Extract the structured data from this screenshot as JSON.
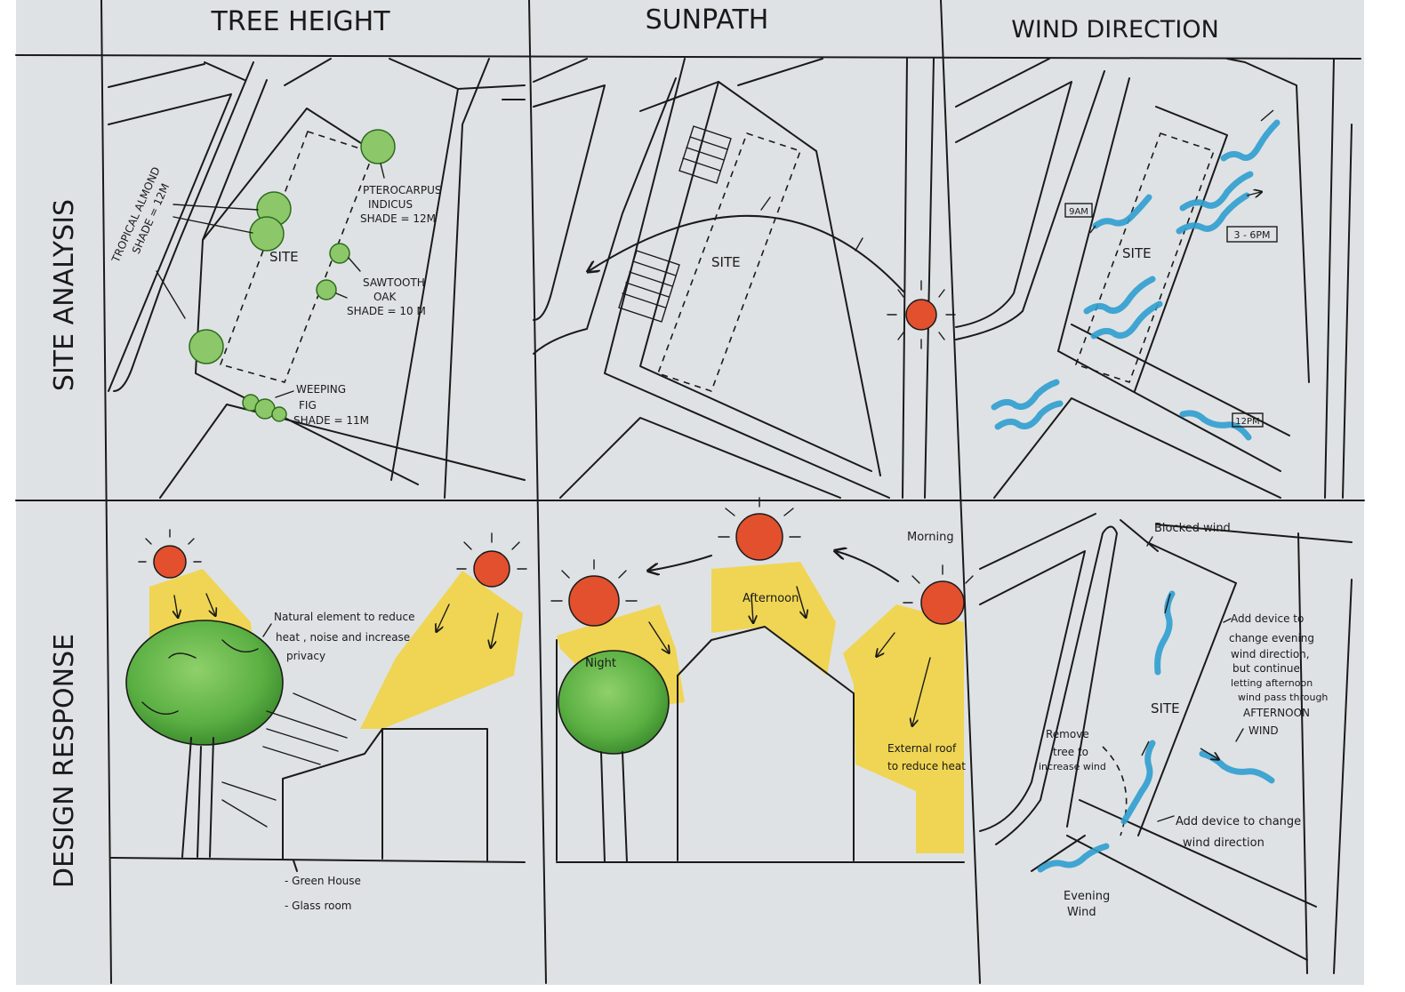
{
  "colors": {
    "paper": "#dfe2e4",
    "ink": "#1a1a1a",
    "sun": "#e2502e",
    "sun_light": "#f2d23a",
    "tree": "#6cb84a",
    "tree_dark": "#3f8f2f",
    "wind": "#2f9fcf"
  },
  "columns": {
    "tree_height": "TREE HEIGHT",
    "sunpath": "SUNPATH",
    "wind_direction": "WIND DIRECTION"
  },
  "rows": {
    "site_analysis": "SITE ANALYSIS",
    "design_response": "DESIGN RESPONSE"
  },
  "tree_height": {
    "site": "SITE",
    "tropical_almond": [
      "TROPICAL ALMOND",
      "SHADE = 12M"
    ],
    "pterocarpus": [
      "PTEROCARPUS",
      "INDICUS",
      "SHADE = 12M"
    ],
    "sawtooth": [
      "SAWTOOTH",
      "OAK",
      "SHADE = 10 M"
    ],
    "weeping": [
      "WEEPING",
      "FIG",
      "SHADE = 11M"
    ]
  },
  "sunpath": {
    "site": "SITE"
  },
  "wind": {
    "site": "SITE",
    "t_9am": "9AM",
    "t_3_6pm": "3 - 6PM",
    "t_12pm": "12PM"
  },
  "response_tree": {
    "note": [
      "Natural element to reduce",
      "heat , noise and increase",
      "privacy"
    ],
    "green_house": "- Green House",
    "glass_room": "- Glass room"
  },
  "response_sun": {
    "morning": "Morning",
    "afternoon": "Afternoon",
    "night": "Night",
    "roof_note": [
      "External roof",
      "to reduce heat"
    ]
  },
  "response_wind": {
    "blocked": "Blocked wind",
    "site": "SITE",
    "device_evening": [
      "Add device to",
      "change evening",
      "wind direction,",
      "but continue",
      "letting afternoon",
      "wind pass through"
    ],
    "afternoon_wind": [
      "AFTERNOON",
      "WIND"
    ],
    "remove_tree": [
      "Remove",
      "tree to",
      "increase wind"
    ],
    "device_change": [
      "Add device to change",
      "wind direction"
    ],
    "evening_wind": [
      "Evening",
      "Wind"
    ]
  }
}
